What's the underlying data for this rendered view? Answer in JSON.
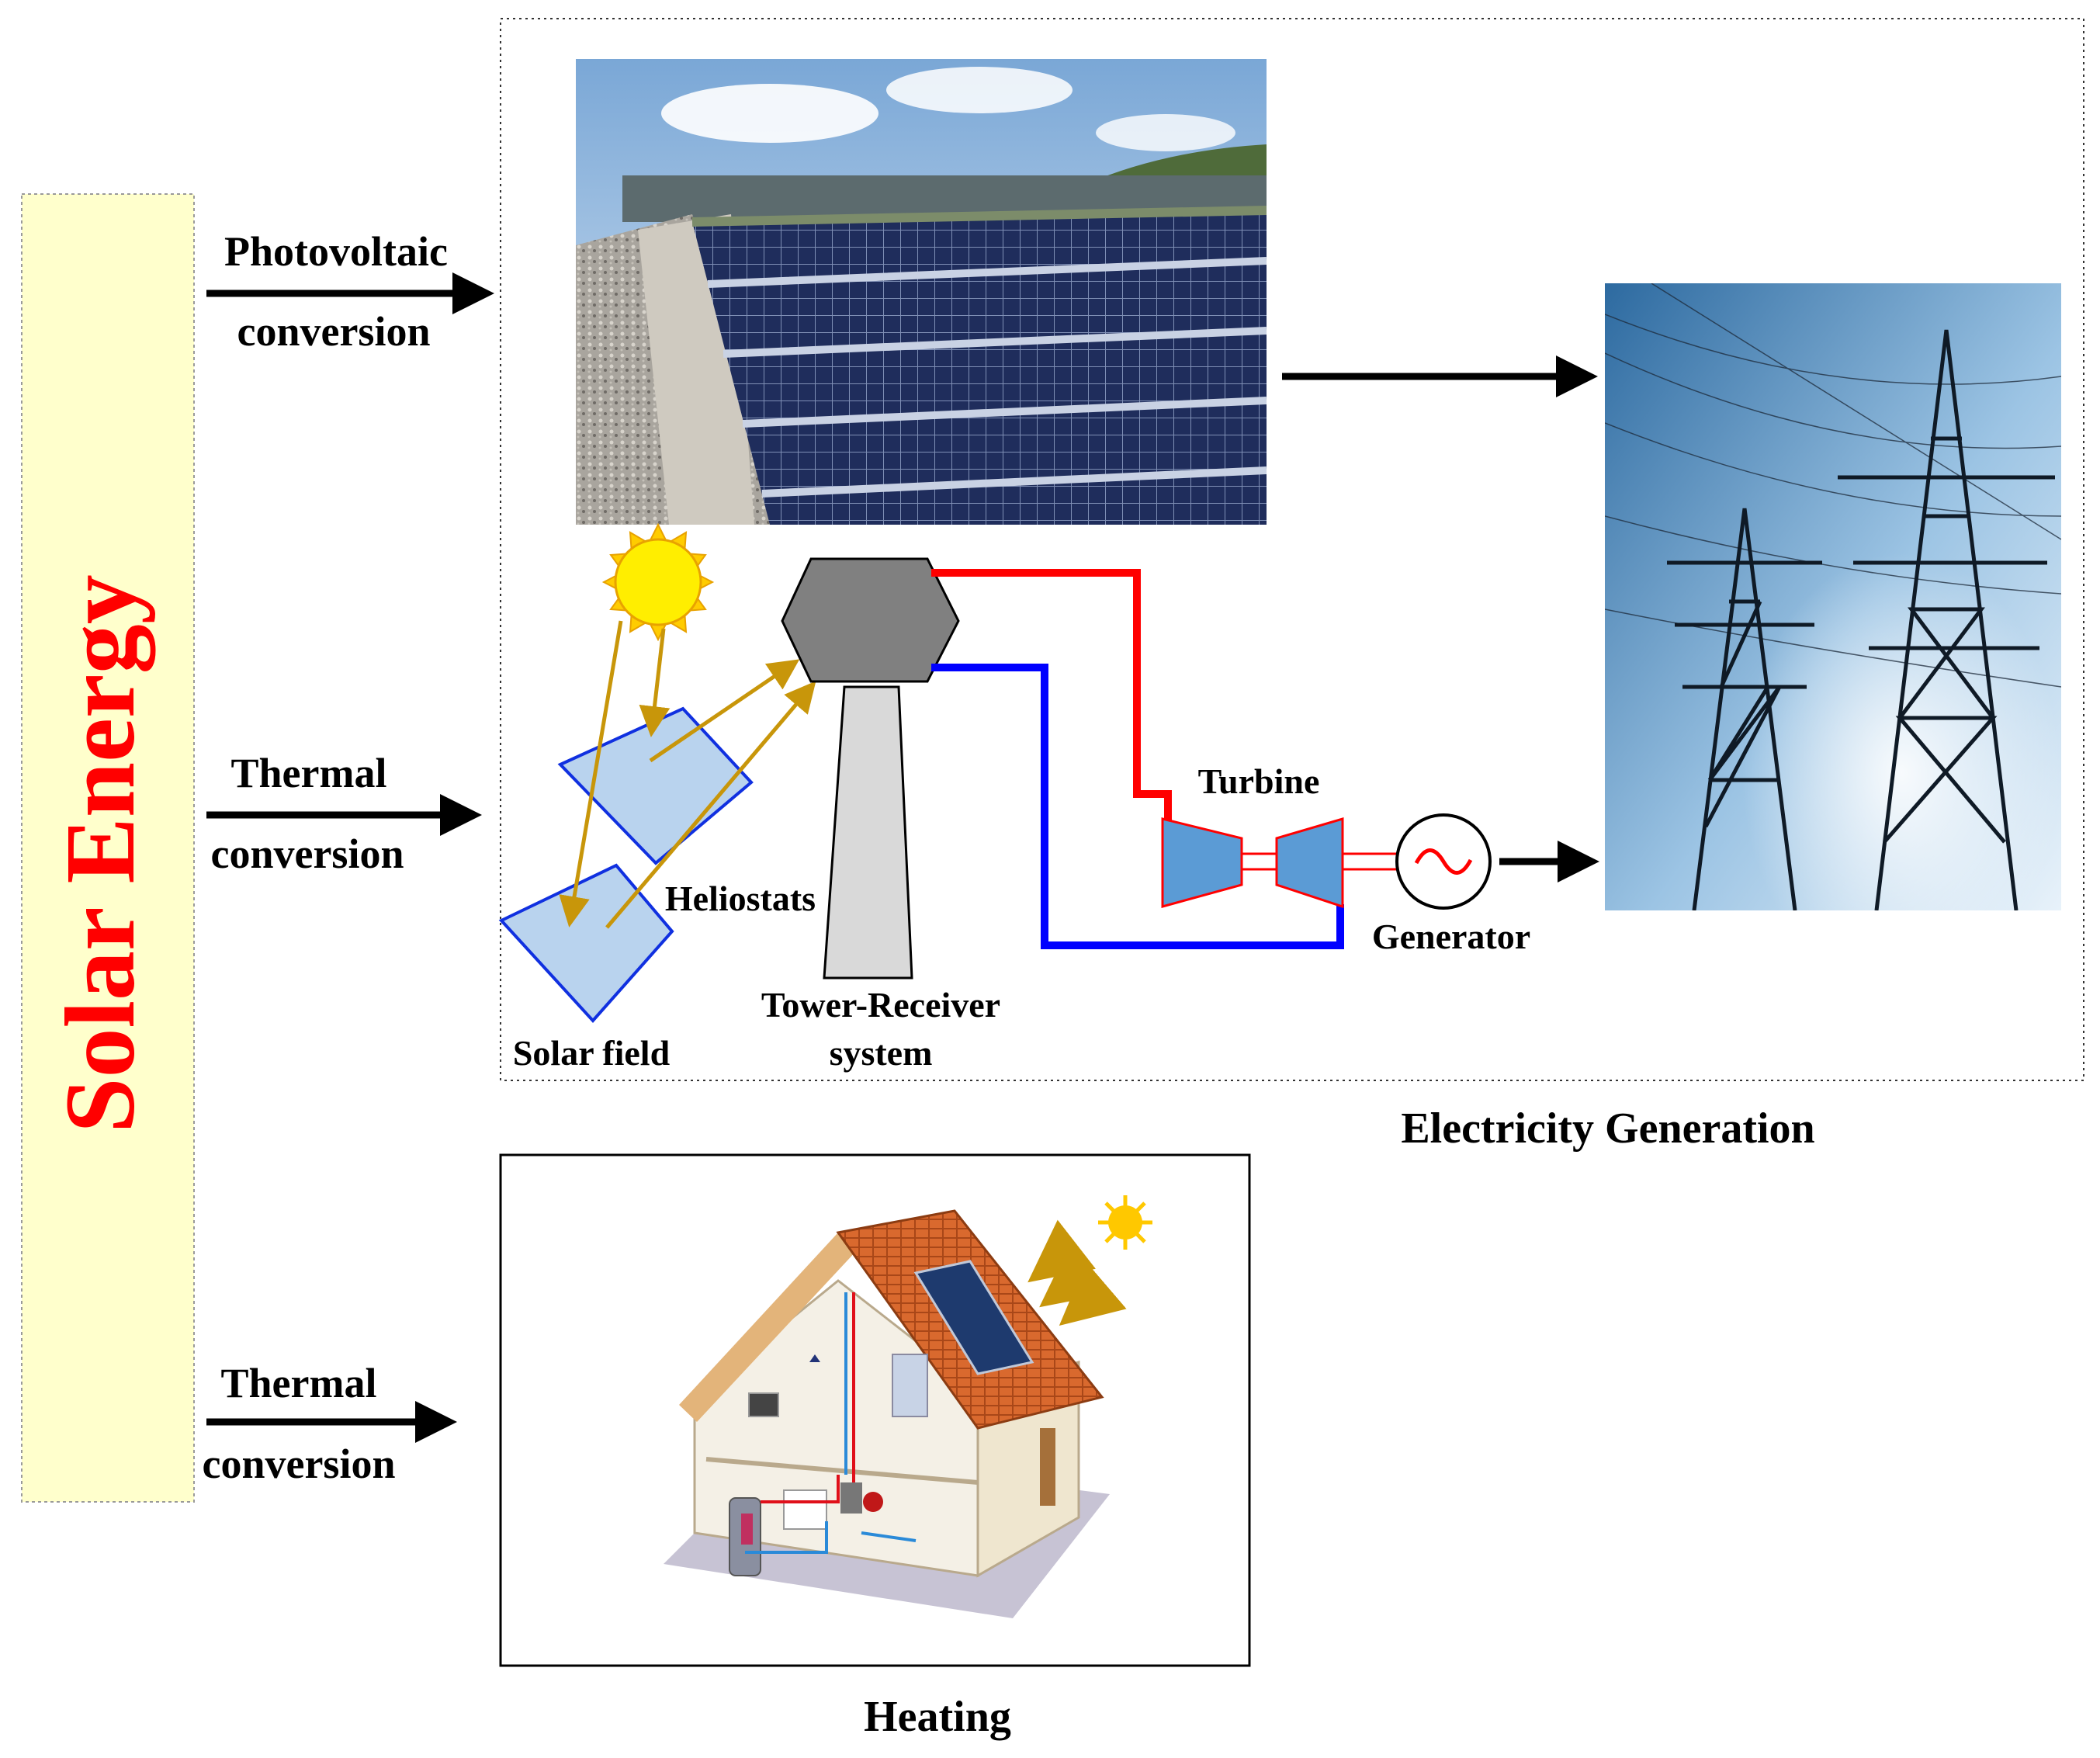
{
  "source_label": "Solar Energy",
  "branches": {
    "photovoltaic": {
      "line1": "Photovoltaic",
      "line2": "conversion"
    },
    "thermal_power": {
      "line1": "Thermal",
      "line2": "conversion"
    },
    "thermal_heating": {
      "line1": "Thermal",
      "line2": "conversion"
    }
  },
  "csp_labels": {
    "heliostats": "Heliostats",
    "solar_field": "Solar field",
    "tower_line1": "Tower-Receiver",
    "tower_line2": "system",
    "turbine": "Turbine",
    "generator": "Generator"
  },
  "outputs": {
    "electricity": "Electricity Generation",
    "heating": "Heating"
  },
  "colors": {
    "source_box_fill": "#ffffcc",
    "source_text": "#ff0000",
    "arrow": "#000000",
    "hot_pipe": "#ff0000",
    "cold_pipe": "#0000ff",
    "sun_ray_arrows": "#c8960a",
    "heliostat_fill": "#b9d3ee",
    "turbine_fill": "#5b9bd5",
    "receiver_fill": "#808080",
    "tower_fill": "#d9d9d9"
  },
  "icons": [
    "sun-icon",
    "solar-panel-photo",
    "power-pylon-photo",
    "house-cutaway-illustration",
    "generator-symbol"
  ]
}
